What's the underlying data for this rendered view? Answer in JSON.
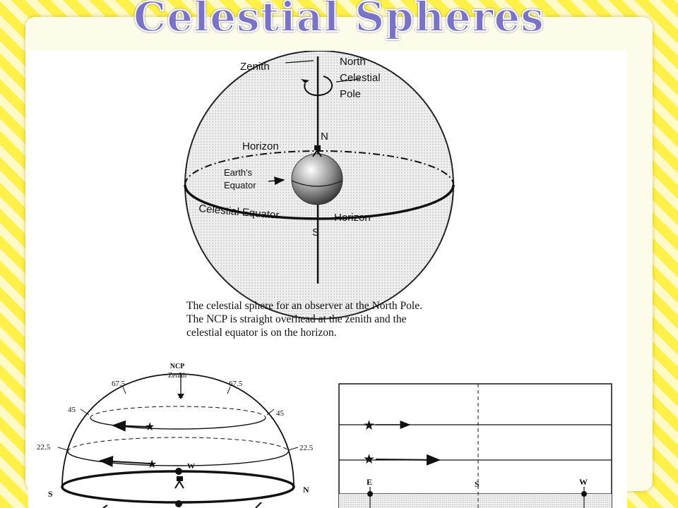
{
  "slide": {
    "title": "Celestial Spheres"
  },
  "top_diagram": {
    "zenith": "Zenith",
    "ncp_line1": "North",
    "ncp_line2": "Celestial",
    "ncp_line3": "Pole",
    "n": "N",
    "horizon_top": "Horizon",
    "earth_line1": "Earth's",
    "earth_line2": "Equator",
    "celestial_equator": "Celestial Equator",
    "horizon_bottom": "Horizon",
    "s": "S"
  },
  "caption": {
    "line1": "The celestial sphere for an observer at the North Pole.",
    "line2": "The NCP is straight overhead at the zenith and the",
    "line3": "celestial equator is on the horizon."
  },
  "dome_diagram": {
    "ncp": "NCP",
    "zenith": "Zenith",
    "alt_675_left": "67.5",
    "alt_675_right": "67.5",
    "alt_45_left": "45",
    "alt_45_right": "45",
    "alt_225_left": "22.5",
    "alt_225_right": "22.5",
    "w": "W",
    "s": "S",
    "n": "N"
  },
  "sky_chart": {
    "e": "E",
    "s": "S",
    "w": "W"
  },
  "colors": {
    "stripe_yellow": "#fff04a",
    "stripe_light": "#fffac8",
    "title_fill": "#7b73c6",
    "title_outline": "#3d3680"
  }
}
